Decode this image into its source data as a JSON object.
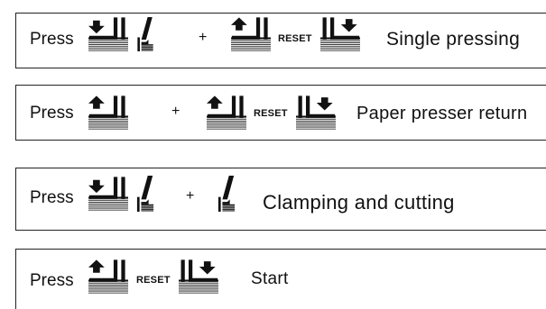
{
  "rows": [
    {
      "press_label": "Press",
      "plus_label": "+",
      "reset_label": "RESET",
      "action": "Single pressing"
    },
    {
      "press_label": "Press",
      "plus_label": "+",
      "reset_label": "RESET",
      "action": "Paper presser return"
    },
    {
      "press_label": "Press",
      "plus_label": "+",
      "action": "Clamping and cutting"
    },
    {
      "press_label": "Press",
      "reset_label": "RESET",
      "action": "Start"
    }
  ]
}
